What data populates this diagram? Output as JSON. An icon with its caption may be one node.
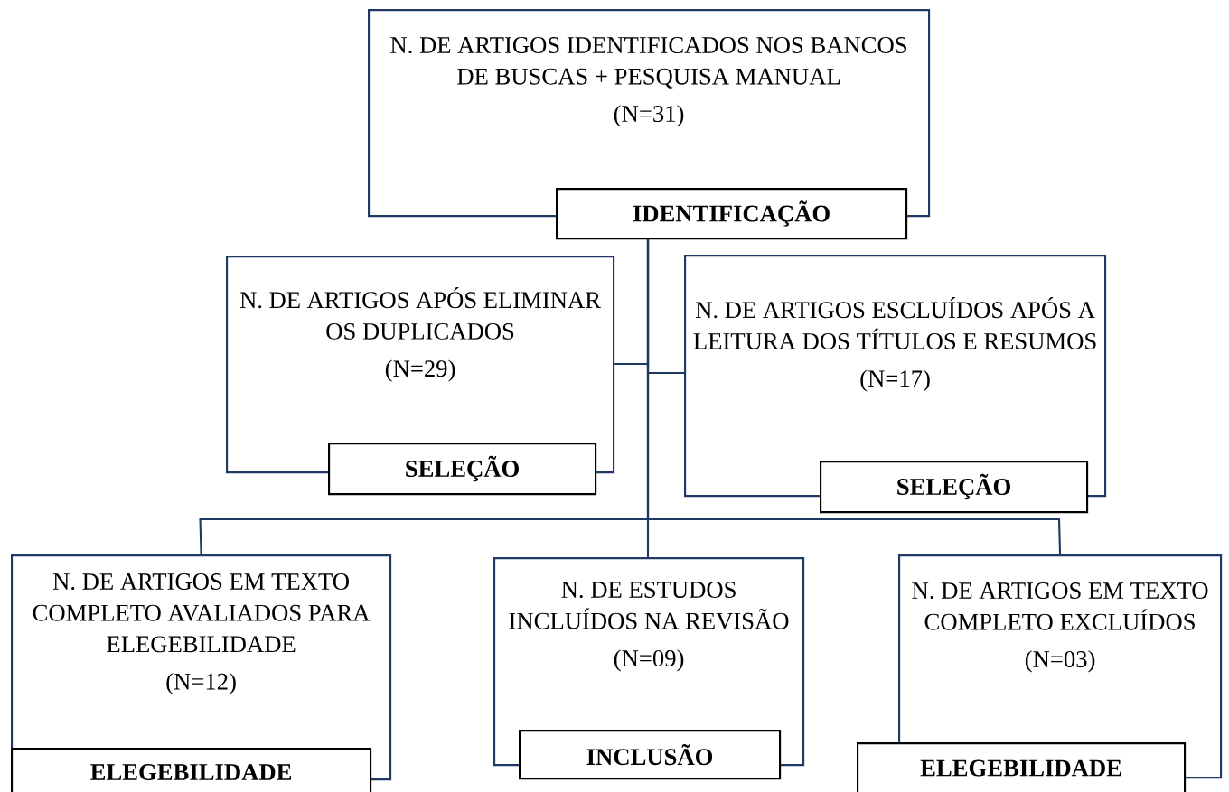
{
  "diagram": {
    "nodes": [
      {
        "text": [
          "N. DE ARTIGOS IDENTIFICADOS NOS BANCOS DE BUSCAS + PESQUISA MANUAL",
          "(N=31)"
        ]
      },
      {
        "text": [
          "IDENTIFICAÇÃO"
        ]
      },
      {
        "text": [
          "N. DE ARTIGOS APÓS ELIMINAR OS DUPLICADOS",
          "(N=29)"
        ]
      },
      {
        "text": [
          "SELEÇÃO"
        ]
      },
      {
        "text": [
          "N. DE ARTIGOS ESCLUÍDOS APÓS A LEITURA DOS TÍTULOS E RESUMOS",
          "(N=17)"
        ]
      },
      {
        "text": [
          "SELEÇÃO"
        ]
      },
      {
        "text": [
          "N. DE ARTIGOS EM TEXTO COMPLETO AVALIADOS PARA ELEGEBILIDADE",
          "(N=12)"
        ]
      },
      {
        "text": [
          "ELEGEBILIDADE"
        ]
      },
      {
        "text": [
          "N. DE ESTUDOS INCLUÍDOS NA REVISÃO",
          "(N=09)"
        ]
      },
      {
        "text": [
          "INCLUSÃO"
        ]
      },
      {
        "text": [
          "N. DE ARTIGOS EM TEXTO COMPLETO EXCLUÍDOS",
          "(N=03)"
        ]
      },
      {
        "text": [
          "ELEGEBILIDADE"
        ]
      }
    ],
    "edges": [
      {
        "from": 1,
        "to": 2,
        "arrow": "none"
      },
      {
        "from": 1,
        "to": 4,
        "arrow": "none"
      },
      {
        "from": 1,
        "to": 6,
        "arrow": "none"
      },
      {
        "from": 1,
        "to": 8,
        "arrow": "none"
      },
      {
        "from": 1,
        "to": 10,
        "arrow": "none"
      }
    ]
  }
}
